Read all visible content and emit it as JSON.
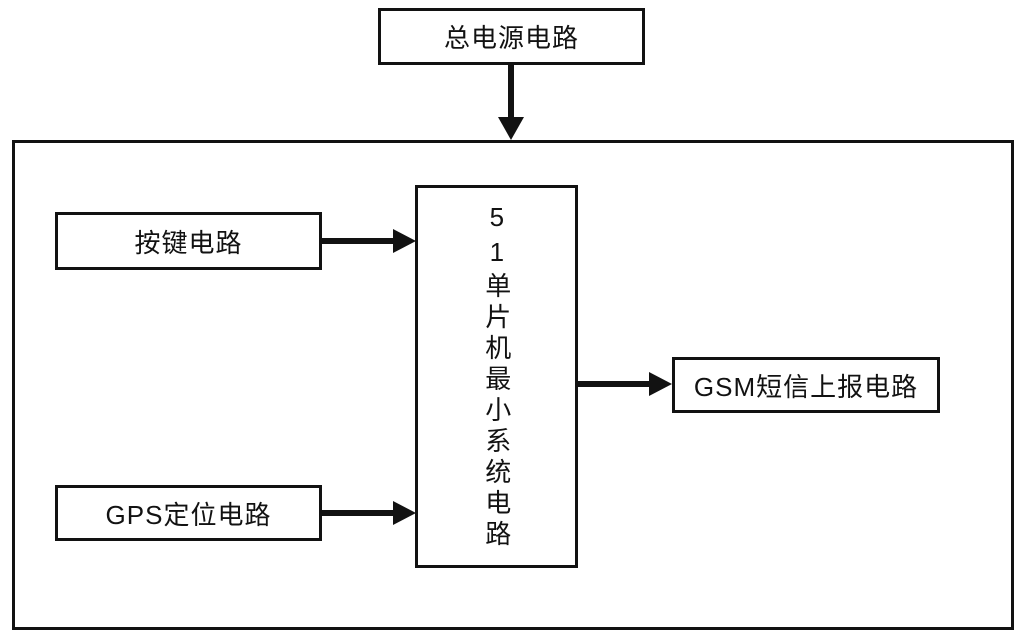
{
  "diagram": {
    "type": "block-diagram",
    "nodes": {
      "power": {
        "label": "总电源电路"
      },
      "button": {
        "label": "按键电路"
      },
      "gps": {
        "label": "GPS定位电路"
      },
      "mcu": {
        "label": "51单片机最小系统电路"
      },
      "gsm": {
        "label": "GSM短信上报电路"
      }
    },
    "edges": [
      {
        "from": "power",
        "to": "system-boundary",
        "direction": "down"
      },
      {
        "from": "button",
        "to": "mcu",
        "direction": "right"
      },
      {
        "from": "gps",
        "to": "mcu",
        "direction": "right"
      },
      {
        "from": "mcu",
        "to": "gsm",
        "direction": "right"
      }
    ],
    "colors": {
      "background": "#ffffff",
      "border": "#121212",
      "text": "#121212"
    }
  }
}
